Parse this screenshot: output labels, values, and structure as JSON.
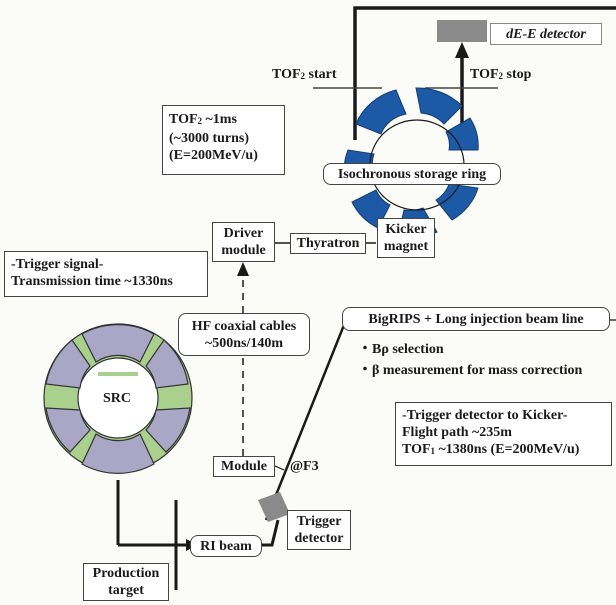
{
  "labels": {
    "dee_detector": "dE-E detector",
    "tof2_start": "TOF",
    "tof2_start_tail": " start",
    "tof2_stop": "TOF",
    "tof2_stop_tail": " stop",
    "sub2": "2",
    "sub1": "1",
    "ring": "Isochronous storage ring",
    "kicker_line1": "Kicker",
    "kicker_line2": "magnet",
    "thyratron": "Thyratron",
    "driver_line1": "Driver",
    "driver_line2": "module",
    "tof2_box_line1_tail": " ~1ms",
    "tof2_box_line2": "(~3000 turns)",
    "tof2_box_line3": "(E=200MeV/u)",
    "trigger_box_line1": "-Trigger signal-",
    "trigger_box_line2": "Transmission time ~1330ns",
    "hf_line1": "HF coaxial cables",
    "hf_line2": "~500ns/140m",
    "bigrips": "BigRIPS + Long injection beam line",
    "brho": "・Bρ selection",
    "beta": "・β measurement for mass correction",
    "flight_line1": "-Trigger detector to Kicker-",
    "flight_line2": "Flight path ~235m",
    "flight_line3_head": "TOF",
    "flight_line3_tail": " ~1380ns (E=200MeV/u)",
    "src": "SRC",
    "module": "Module",
    "f3": "@F3",
    "trigger_det_line1": "Trigger",
    "trigger_det_line2": "detector",
    "ri_beam": "RI beam",
    "production_line1": "Production",
    "production_line2": "target"
  },
  "colors": {
    "ring_magnet": "#1d5aa6",
    "src_sector": "#aaa7c6",
    "src_ring": "#a9d08c",
    "detector_grey": "#8a8a8a",
    "line": "#1a1a1a"
  }
}
